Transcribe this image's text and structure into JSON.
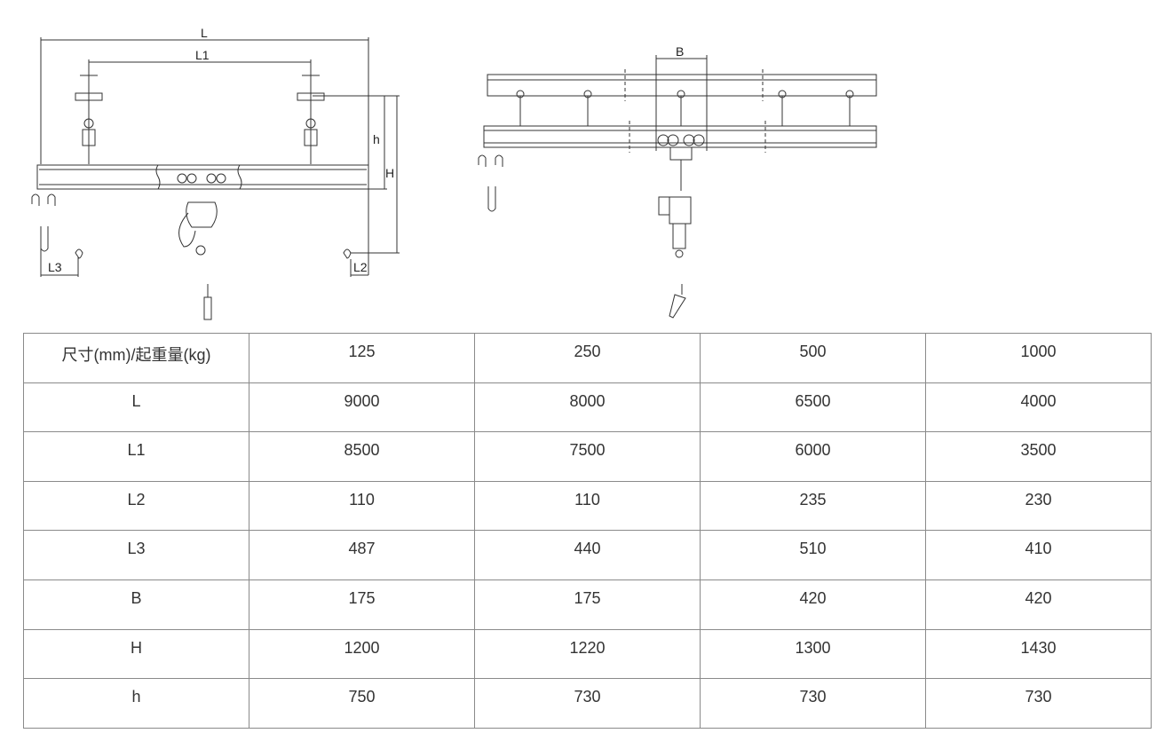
{
  "drawing": {
    "front_view_labels": {
      "L": "L",
      "L1": "L1",
      "h": "h",
      "H": "H",
      "L3": "L3",
      "L2": "L2"
    },
    "side_view_labels": {
      "B": "B"
    }
  },
  "table": {
    "header": [
      "尺寸(mm)/起重量(kg)",
      "125",
      "250",
      "500",
      "1000"
    ],
    "rows": [
      [
        "L",
        "9000",
        "8000",
        "6500",
        "4000"
      ],
      [
        "L1",
        "8500",
        "7500",
        "6000",
        "3500"
      ],
      [
        "L2",
        "110",
        "110",
        "235",
        "230"
      ],
      [
        "L3",
        "487",
        "440",
        "510",
        "410"
      ],
      [
        "B",
        "175",
        "175",
        "420",
        "420"
      ],
      [
        "H",
        "1200",
        "1220",
        "1300",
        "1430"
      ],
      [
        "h",
        "750",
        "730",
        "730",
        "730"
      ]
    ]
  }
}
